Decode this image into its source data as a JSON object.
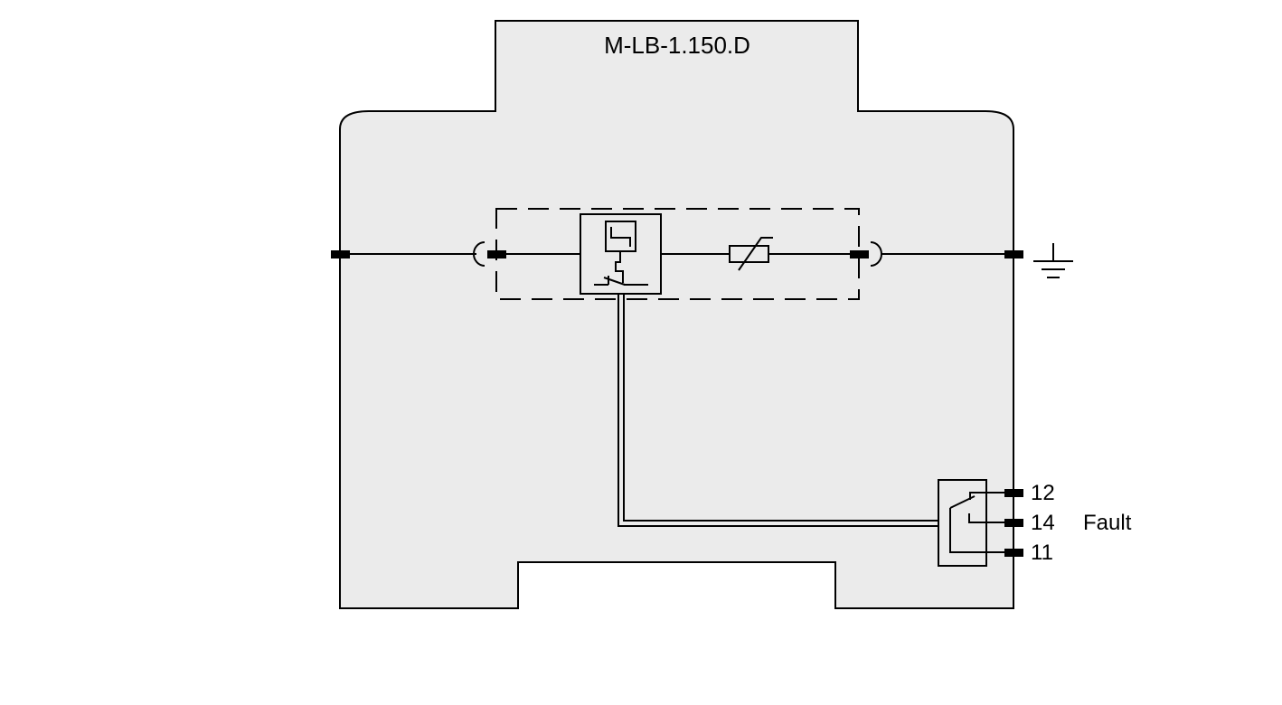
{
  "device": {
    "model": "M-LB-1.150.D"
  },
  "terminals": {
    "t12": "12",
    "t14": "14",
    "t11": "11"
  },
  "fault_label": "Fault",
  "colors": {
    "housing": "#ebebeb",
    "line": "#000000"
  }
}
